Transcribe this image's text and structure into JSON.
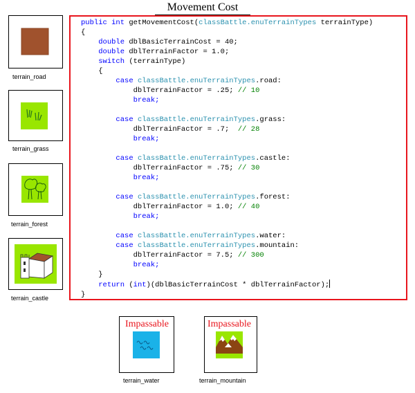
{
  "title": "Movement Cost",
  "terrains": {
    "road": "terrain_road",
    "grass": "terrain_grass",
    "forest": "terrain_forest",
    "castle": "terrain_castle",
    "water": "terrain_water",
    "mountain": "terrain_mountain"
  },
  "impassable_label": "Impassable",
  "colors": {
    "code_border": "#e8141c",
    "keyword": "#0000ff",
    "type": "#2b91af",
    "comment": "#008000",
    "grass_tile": "#99e600",
    "road_tile": "#a0522d",
    "water_tile": "#1ab2e8"
  },
  "code": {
    "l1_kw": "public int",
    "l1_a": " getMovementCost(",
    "l1_type": "classBattle.enuTerrainTypes",
    "l1_b": " terrainType)",
    "l2": "{",
    "l3_kw": "double",
    "l3_b": " dblBasicTerrainCost = 40;",
    "l4_kw": "double",
    "l4_b": " dblTerrainFactor = 1.0;",
    "l5_kw": "switch",
    "l5_b": " (terrainType)",
    "l6": "{",
    "case_kw": "case",
    "type_prefix": "classBattle.enuTerrainTypes",
    "break_kw": "break;",
    "c_road": ".road:",
    "f_road": "dblTerrainFactor = .25; ",
    "cm_road": "// 10",
    "c_grass": ".grass:",
    "f_grass": "dblTerrainFactor = .7;  ",
    "cm_grass": "// 28",
    "c_castle": ".castle:",
    "f_castle": "dblTerrainFactor = .75; ",
    "cm_castle": "// 30",
    "c_forest": ".forest:",
    "f_forest": "dblTerrainFactor = 1.0; ",
    "cm_forest": "// 40",
    "c_water": ".water:",
    "c_mountain": ".mountain:",
    "f_mountain": "dblTerrainFactor = 7.5; ",
    "cm_mountain": "// 300",
    "close_inner": "}",
    "ret_kw": "return",
    "ret_b": " (",
    "ret_int": "int",
    "ret_c": ")(dblBasicTerrainCost * dblTerrainFactor);",
    "close_outer": "}"
  }
}
